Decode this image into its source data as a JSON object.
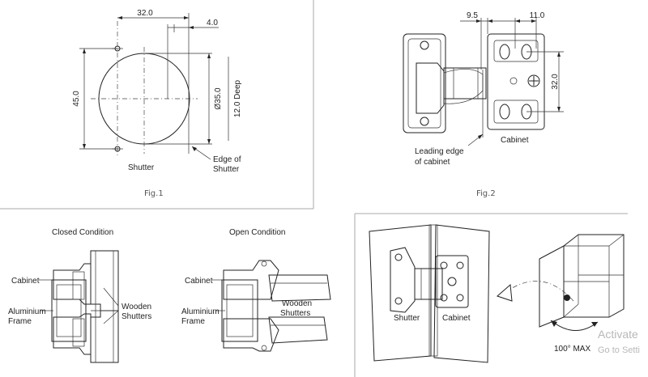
{
  "fig1": {
    "dim_top": "32.0",
    "dim_small": "4.0",
    "dim_height": "45.0",
    "dim_diameter": "Ø35.0",
    "dim_depth": "12.0 Deep",
    "label_shutter": "Shutter",
    "label_edge_line1": "Edge of",
    "label_edge_line2": "Shutter",
    "caption": "Fig.1"
  },
  "fig2": {
    "dim_left": "9.5",
    "dim_right": "11.0",
    "dim_vertical": "32.0",
    "label_cabinet": "Cabinet",
    "label_leading_line1": "Leading edge",
    "label_leading_line2": "of cabinet",
    "caption": "Fig.2"
  },
  "fig3": {
    "closed_title": "Closed Condition",
    "open_title": "Open Condition",
    "cabinet": "Cabinet",
    "aluminium_line1": "Aluminium",
    "aluminium_line2": "Frame",
    "wooden_line1": "Wooden",
    "wooden_line2": "Shutters"
  },
  "fig4": {
    "label_shutter": "Shutter",
    "label_cabinet": "Cabinet",
    "angle": "100° MAX"
  },
  "watermark": {
    "line1": "Activate",
    "line2": "Go to Setti"
  }
}
